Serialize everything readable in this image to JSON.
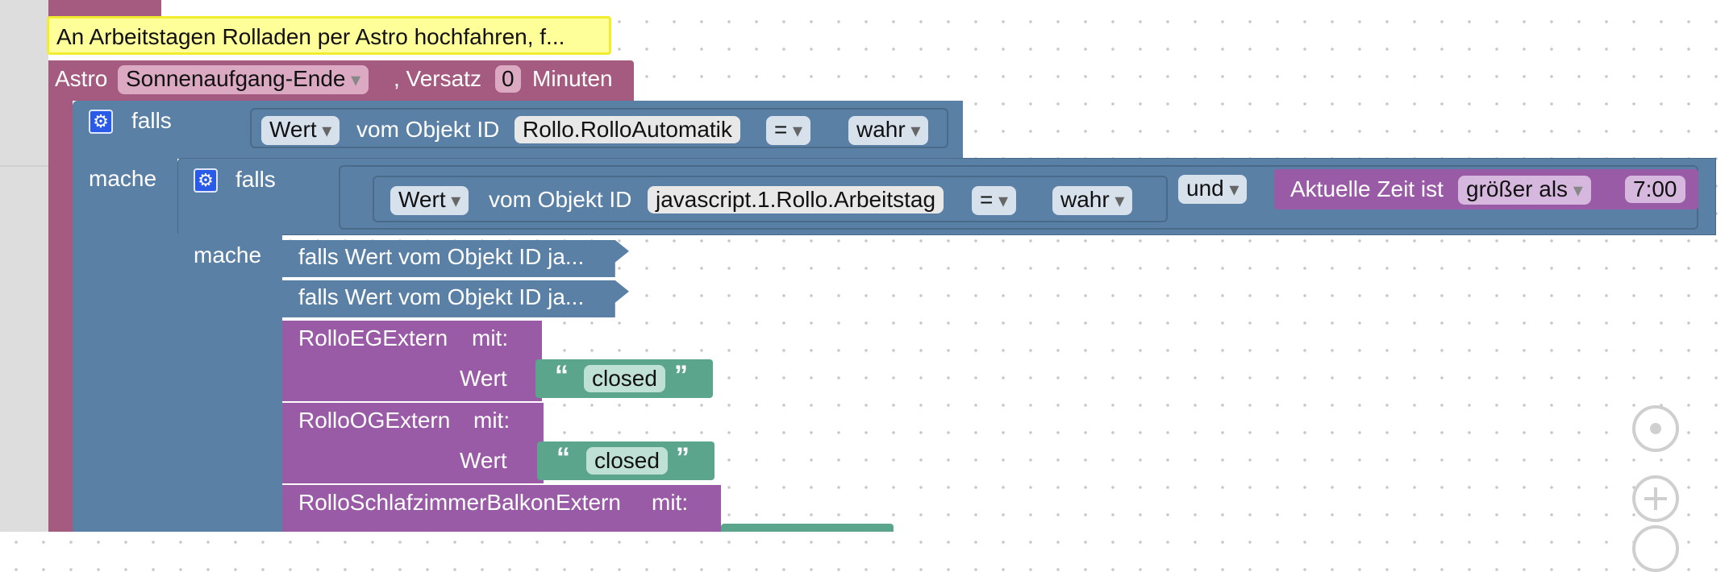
{
  "comment_text": "An Arbeitstagen Rolladen per Astro hochfahren, f...",
  "astro": {
    "label": "Astro",
    "event": "Sonnenaufgang-Ende",
    "offset_label": ", Versatz",
    "offset_value": "0",
    "unit": "Minuten"
  },
  "if1": {
    "falls": "falls",
    "mache": "mache",
    "value_dropdown": "Wert",
    "object_label": "vom Objekt ID",
    "object_id": "Rollo.RolloAutomatik",
    "operator": "=",
    "compare": "wahr"
  },
  "if2": {
    "falls": "falls",
    "mache": "mache",
    "value_dropdown": "Wert",
    "object_label": "vom Objekt ID",
    "object_id": "javascript.1.Rollo.Arbeitstag",
    "operator": "=",
    "compare": "wahr",
    "logic": "und",
    "time_label": "Aktuelle Zeit ist",
    "time_compare": "größer als",
    "time_value": "7:00"
  },
  "collapsed": [
    "falls Wert vom Objekt ID ja...",
    "falls Wert vom Objekt ID ja..."
  ],
  "procedures": [
    {
      "name": "RolloEGExtern",
      "mit": "mit:",
      "param": "Wert",
      "value": "closed"
    },
    {
      "name": "RolloOGExtern",
      "mit": "mit:",
      "param": "Wert",
      "value": "closed"
    },
    {
      "name": "RolloSchlafzimmerBalkonExtern",
      "mit": "mit:"
    }
  ],
  "quote_open": "“",
  "quote_close": "”",
  "colors": {
    "event_pink": "#a55b80",
    "logic_blue": "#5b80a5",
    "procedure_purple": "#995ba5",
    "text_green": "#5ba58c",
    "comment_yellow": "#ffff99",
    "left_panel_gray": "#ddd"
  },
  "controls": [
    "recenter-icon",
    "zoom-in-icon",
    "zoom-out-icon"
  ]
}
